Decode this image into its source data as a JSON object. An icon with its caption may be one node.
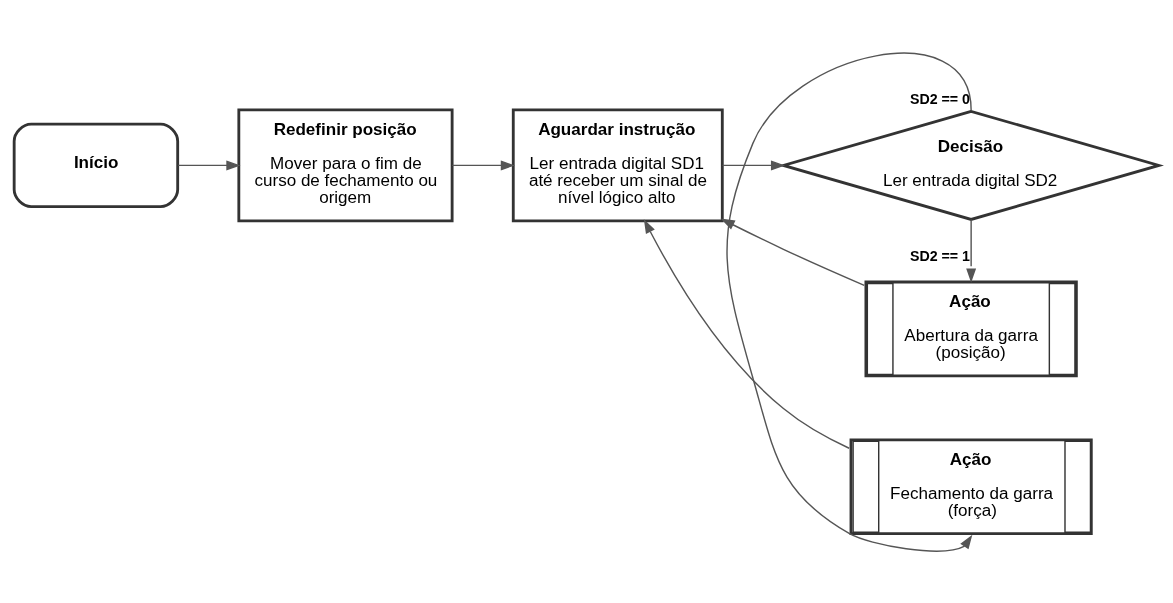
{
  "diagram": {
    "nodes": [
      {
        "text": [
          "Início"
        ]
      },
      {
        "text": [
          "Redefinir posição",
          "Mover para o fim de curso de fechamento ou origem"
        ]
      },
      {
        "text": [
          "Aguardar instrução",
          "Ler entrada digital SD1 até receber um sinal de nível lógico alto"
        ]
      },
      {
        "text": [
          "Decisão",
          "Ler entrada digital SD2"
        ]
      },
      {
        "text": [
          "Ação",
          "Fechamento da garra (força)"
        ]
      },
      {
        "text": [
          "Ação",
          "Abertura da garra (posição)"
        ]
      }
    ],
    "edges": [
      {
        "from": 0,
        "to": 1,
        "arrow": "to"
      },
      {
        "from": 1,
        "to": 2,
        "arrow": "to"
      },
      {
        "from": 2,
        "to": 3,
        "arrow": "to"
      },
      {
        "from": 3,
        "to": 4,
        "arrow": "to",
        "label": "SD2 == 0"
      },
      {
        "from": 3,
        "to": 5,
        "arrow": "to",
        "label": "SD2 == 1"
      },
      {
        "from": 4,
        "to": 2,
        "arrow": "to"
      },
      {
        "from": 5,
        "to": 2,
        "arrow": "to"
      }
    ]
  }
}
